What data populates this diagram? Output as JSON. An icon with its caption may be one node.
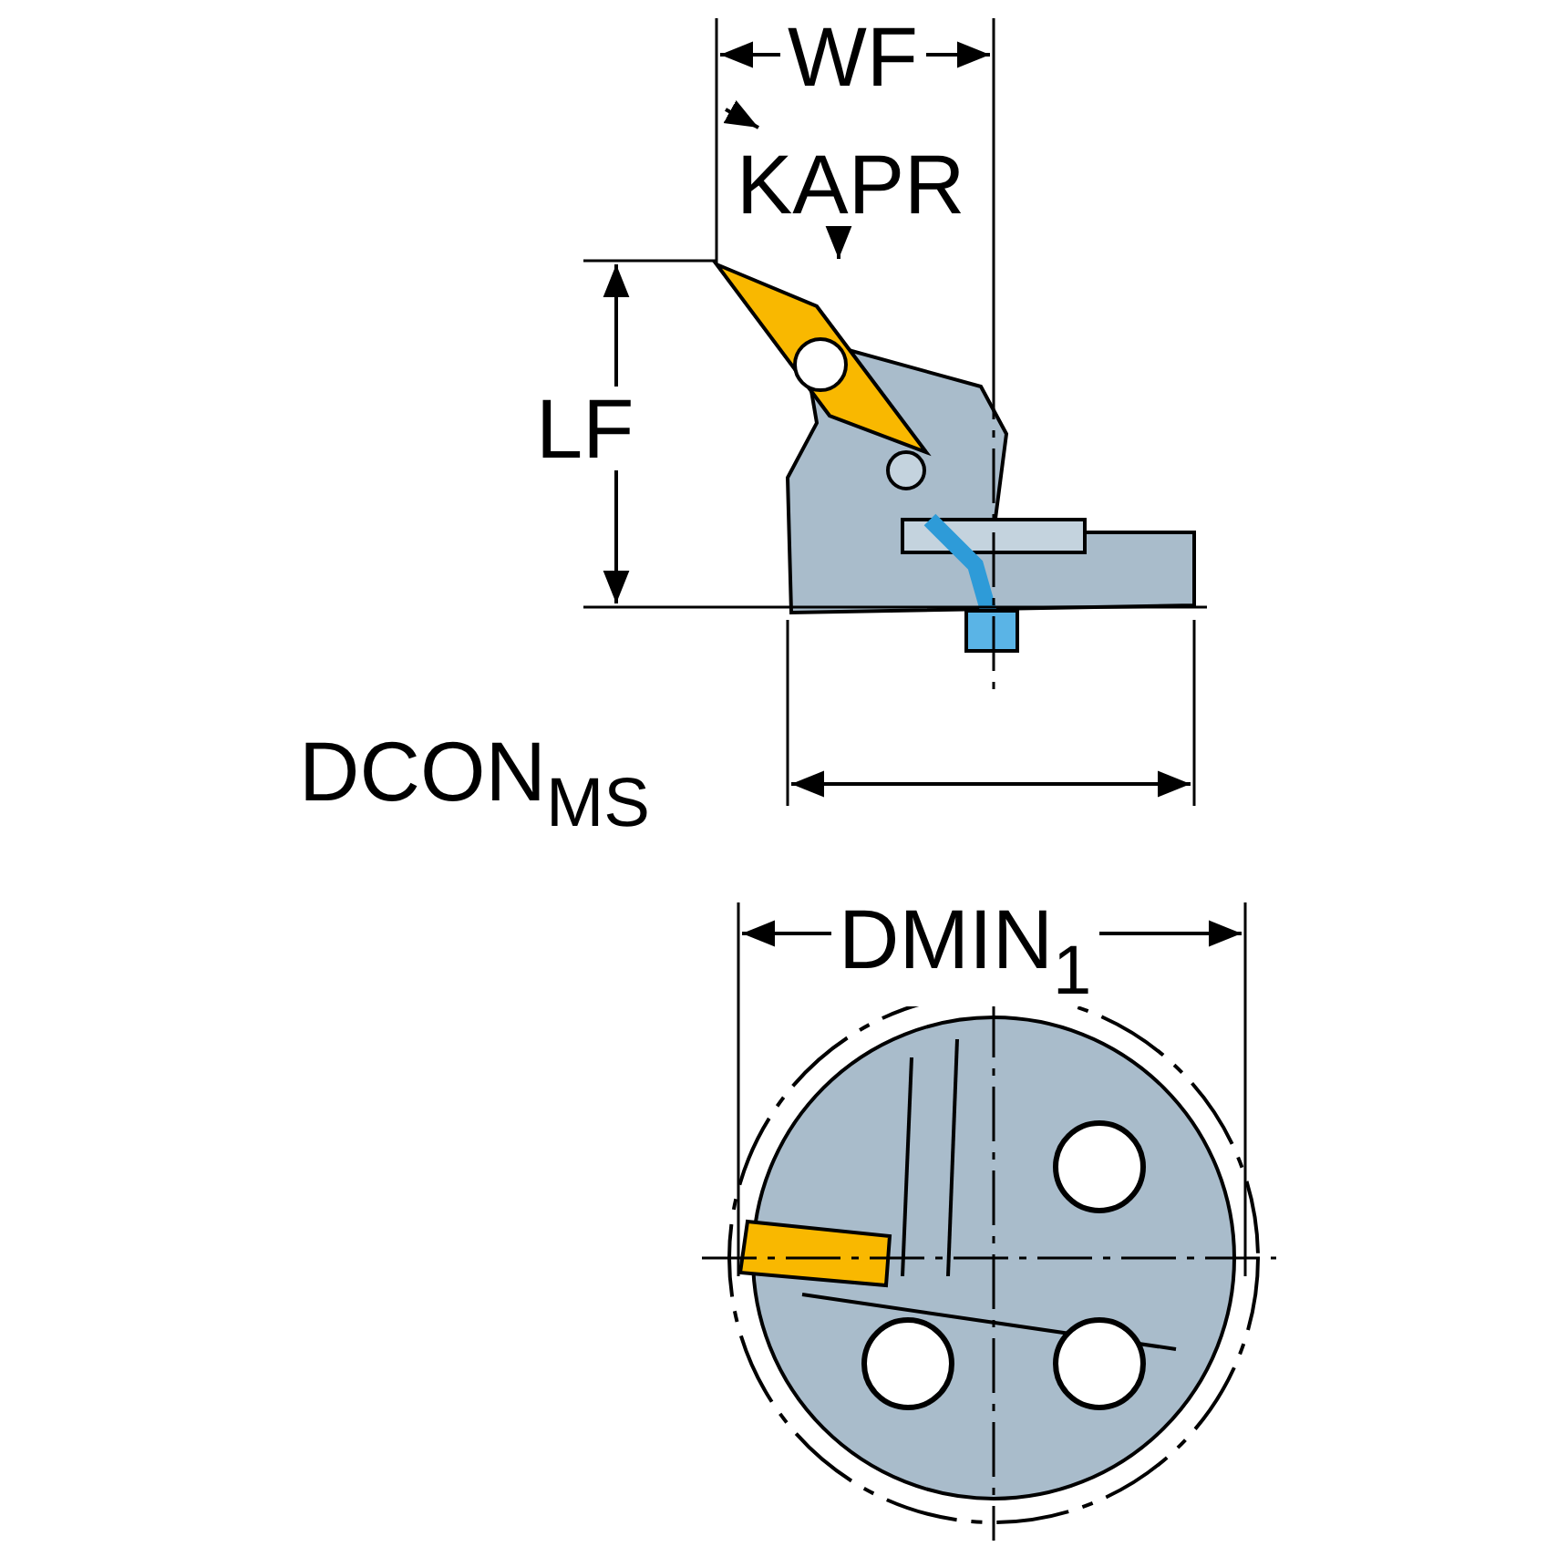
{
  "diagram": {
    "labels": [
      "WF",
      "KAPR",
      "LF",
      "DCON$_{MS}$",
      "DMIN$_{1}$"
    ]
  }
}
